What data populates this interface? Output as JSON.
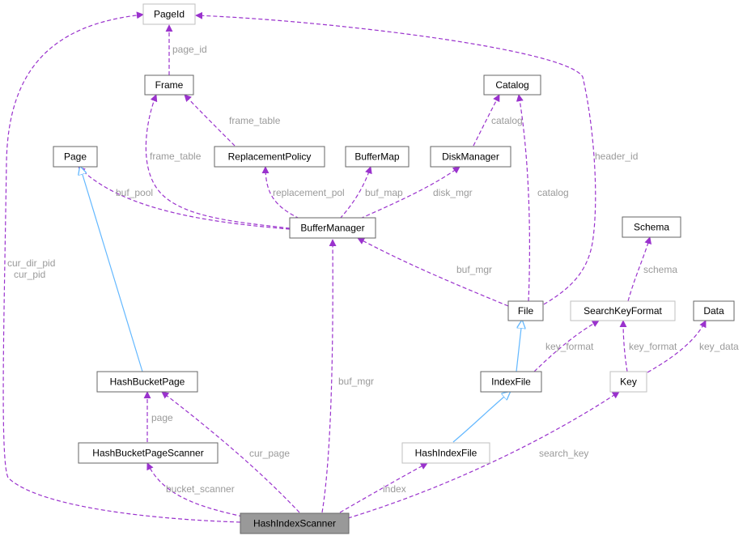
{
  "colors": {
    "member_edge": "#9a32cd",
    "inherit_edge": "#63b8ff",
    "label_text": "#9a9a9a",
    "node_border": "#666666",
    "node_border_light": "#bfbfbf",
    "focus_fill": "#999999"
  },
  "nodes": {
    "pageid": "PageId",
    "frame": "Frame",
    "catalog": "Catalog",
    "page": "Page",
    "replacementpolicy": "ReplacementPolicy",
    "buffermap": "BufferMap",
    "diskmanager": "DiskManager",
    "buffermanager": "BufferManager",
    "schema": "Schema",
    "file": "File",
    "searchkeyformat": "SearchKeyFormat",
    "data": "Data",
    "hashbucketpage": "HashBucketPage",
    "indexfile": "IndexFile",
    "key": "Key",
    "hashbucketpagescanner": "HashBucketPageScanner",
    "hashindexfile": "HashIndexFile",
    "hashindexscanner": "HashIndexScanner"
  },
  "edge_labels": {
    "page_id": "page_id",
    "frame_table_1": "frame_table",
    "frame_table_2": "frame_table",
    "catalog_1": "catalog",
    "catalog_2": "catalog",
    "header_id": "header_id",
    "buf_pool": "buf_pool",
    "replacement_pol": "replacement_pol",
    "buf_map": "buf_map",
    "disk_mgr": "disk_mgr",
    "cur_dir_pid": "cur_dir_pid",
    "cur_pid": "cur_pid",
    "buf_mgr_1": "buf_mgr",
    "schema": "schema",
    "key_format_1": "key_format",
    "key_format_2": "key_format",
    "key_data": "key_data",
    "buf_mgr_2": "buf_mgr",
    "page": "page",
    "cur_page": "cur_page",
    "search_key": "search_key",
    "bucket_scanner": "bucket_scanner",
    "index": "index"
  }
}
